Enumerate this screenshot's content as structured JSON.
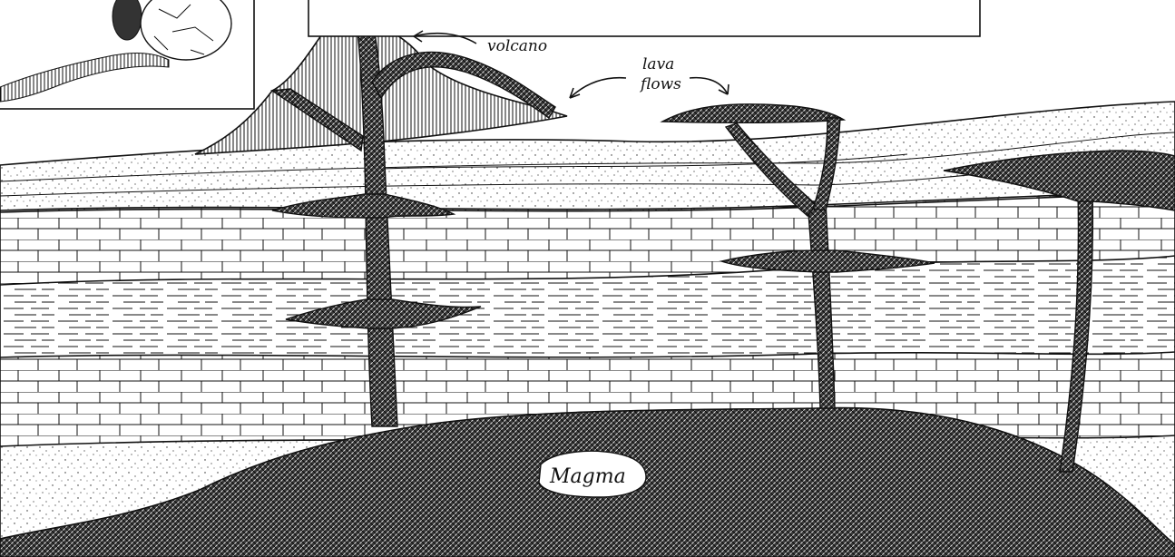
{
  "labels": {
    "volcano": "volcano",
    "lava_line1": "lava",
    "lava_line2": "flows",
    "magma": "Magma"
  },
  "colors": {
    "ink": "#111111",
    "paper": "#ffffff",
    "magma_fill": "#2a2a2a"
  }
}
